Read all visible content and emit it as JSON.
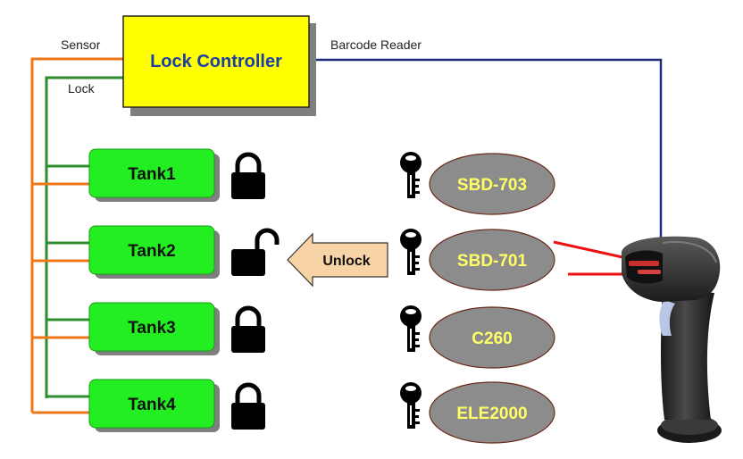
{
  "controller": {
    "title": "Lock Controller",
    "sensor_label": "Sensor",
    "lock_label": "Lock",
    "reader_label": "Barcode Reader"
  },
  "tanks": [
    {
      "label": "Tank1",
      "state": "locked"
    },
    {
      "label": "Tank2",
      "state": "unlocked"
    },
    {
      "label": "Tank3",
      "state": "locked"
    },
    {
      "label": "Tank4",
      "state": "locked"
    }
  ],
  "keys": [
    {
      "label": "SBD-703"
    },
    {
      "label": "SBD-701"
    },
    {
      "label": "C260"
    },
    {
      "label": "ELE2000"
    }
  ],
  "unlock_arrow": {
    "label": "Unlock"
  },
  "colors": {
    "controller_fill": "#ffff00",
    "controller_text": "#1a3fa6",
    "tank_fill": "#22ee22",
    "sensor_wire": "#f07818",
    "lock_wire": "#2e8b2e",
    "reader_wire": "#1f2a7a",
    "key_ellipse": "#8c8c8c",
    "key_text": "#ffff66",
    "arrow_fill": "#f7d3a6",
    "laser": "#ee1111"
  },
  "icons": {
    "lock": "padlock-icon",
    "key": "key-icon",
    "scanner": "barcode-scanner-icon"
  }
}
